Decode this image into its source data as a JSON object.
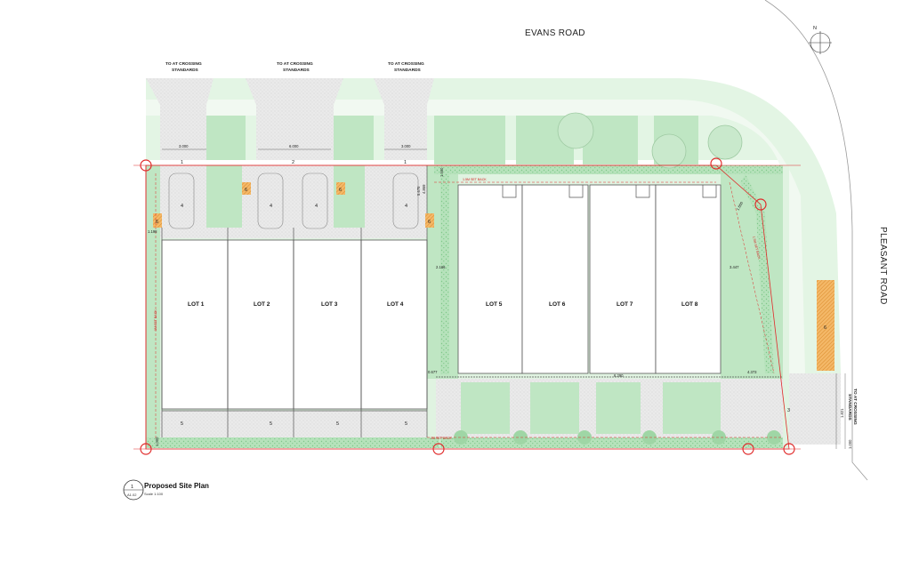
{
  "roads": {
    "north": "EVANS ROAD",
    "east": "PLEASANT ROAD"
  },
  "north_arrow": {
    "letter": "N"
  },
  "crossings": {
    "label_line1": "TO AT CROSSING",
    "label_line2": "STANDARDS"
  },
  "lots": [
    {
      "label": "LOT 1"
    },
    {
      "label": "LOT 2"
    },
    {
      "label": "LOT 3"
    },
    {
      "label": "LOT 4"
    },
    {
      "label": "LOT 5"
    },
    {
      "label": "LOT 6"
    },
    {
      "label": "LOT 7"
    },
    {
      "label": "LOT 8"
    }
  ],
  "dimensions": {
    "drive_1": "3.000",
    "drive_2": "6.000",
    "drive_3": "3.000",
    "left_gap": "1.198",
    "lot4_side": "5.675",
    "lot4_top": "4.869",
    "lot5_gap": "2.166",
    "lot4_bottom": "0.677",
    "lot7_bottom": "6.290",
    "lot8_side": "3.447",
    "corner": "1.600",
    "lot8_bottom": "4.373",
    "top_gap": "1.500",
    "bottom_left": "1.000",
    "right_1": "1.821",
    "right_2": "1.000"
  },
  "setbacks": {
    "front": "1.5M SET BACK",
    "side": "1M SET BACK",
    "rear": "1M SET BACK",
    "east": "1.5M SET BACK"
  },
  "markers": {
    "parking": "4",
    "garden": "5",
    "bin": "6",
    "path": "1",
    "path_mid": "2",
    "path_east": "3"
  },
  "title_block": {
    "number": "1",
    "sheet": "A1.02",
    "title": "Proposed Site Plan",
    "scale": "Scale 1:100"
  },
  "colors": {
    "green_light": "#e2f4e2",
    "green_mid": "#bfe6c3",
    "green_dark": "#9fd6a5",
    "paving": "#e9e9e9",
    "boundary_red": "#e02a2a",
    "bin_orange": "#f0a24a"
  }
}
